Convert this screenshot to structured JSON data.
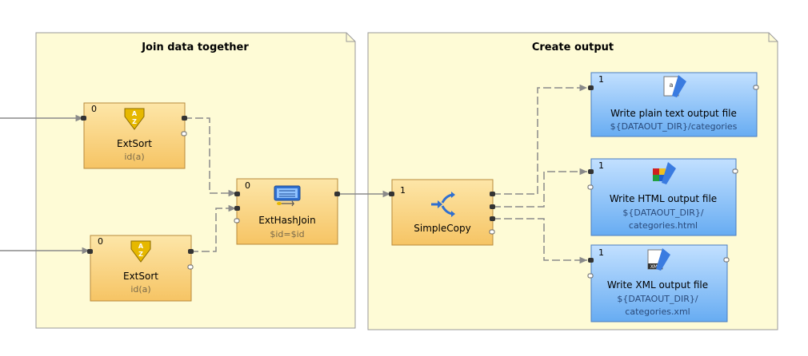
{
  "notes": [
    {
      "id": "join",
      "title": "Join data together"
    },
    {
      "id": "output",
      "title": "Create output"
    }
  ],
  "components": [
    {
      "id": "sort1",
      "phase": "0",
      "name": "ExtSort",
      "sub": [
        "id(a)"
      ],
      "type": "orange",
      "icon": "sort-icon"
    },
    {
      "id": "sort2",
      "phase": "0",
      "name": "ExtSort",
      "sub": [
        "id(a)"
      ],
      "type": "orange",
      "icon": "sort-icon"
    },
    {
      "id": "join",
      "phase": "0",
      "name": "ExtHashJoin",
      "sub": [
        "$id=$id"
      ],
      "type": "orange",
      "icon": "keyboard-icon"
    },
    {
      "id": "copy",
      "phase": "1",
      "name": "SimpleCopy",
      "sub": [],
      "type": "orange",
      "icon": "copy-arrows-icon"
    },
    {
      "id": "w1",
      "phase": "1",
      "name": "Write plain text output file",
      "sub": [
        "${DATAOUT_DIR}/categories"
      ],
      "type": "blue",
      "icon": "text-file-icon"
    },
    {
      "id": "w2",
      "phase": "1",
      "name": "Write HTML output file",
      "sub": [
        "${DATAOUT_DIR}/",
        "categories.html"
      ],
      "type": "blue",
      "icon": "html-file-icon"
    },
    {
      "id": "w3",
      "phase": "1",
      "name": "Write XML output file",
      "sub": [
        "${DATAOUT_DIR}/",
        "categories.xml"
      ],
      "type": "blue",
      "icon": "xml-file-icon"
    }
  ],
  "colors": {
    "note_fill": "#fefbd6",
    "note_border": "#9a9a9a",
    "orange_top": "#fde3a0",
    "orange_bottom": "#f8c768",
    "orange_border": "#b88a3c",
    "blue_top": "#b9daff",
    "blue_bottom": "#6aaff4",
    "blue_border": "#4a7cc0",
    "edge": "#8a8a8a",
    "sub_orange": "#7a6a4a",
    "sub_blue": "#2a4a7a"
  }
}
